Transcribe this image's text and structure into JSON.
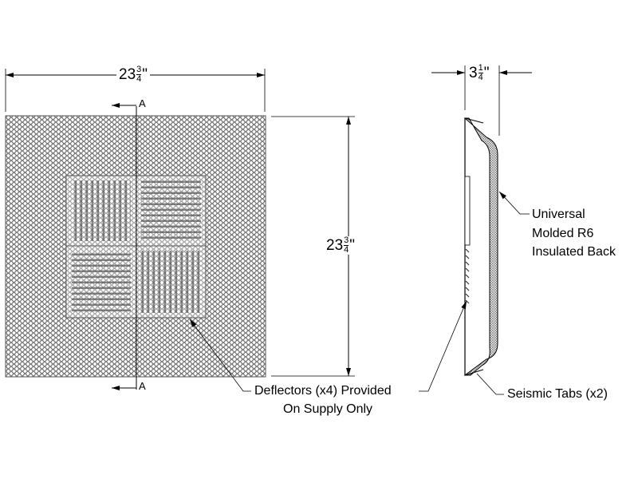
{
  "drawing": {
    "width_dimension": {
      "whole": "23",
      "num": "3",
      "den": "4",
      "unit": "\""
    },
    "height_dimension": {
      "whole": "23",
      "num": "3",
      "den": "4",
      "unit": "\""
    },
    "depth_dimension": {
      "whole": "3",
      "num": "1",
      "den": "4",
      "unit": "\""
    },
    "section_marker": "A",
    "labels": {
      "deflectors_line1": "Deflectors (x4) Provided",
      "deflectors_line2": "On Supply Only",
      "back_line1": "Universal",
      "back_line2": "Molded R6",
      "back_line3": "Insulated Back",
      "tabs": "Seismic Tabs (x2)"
    }
  }
}
